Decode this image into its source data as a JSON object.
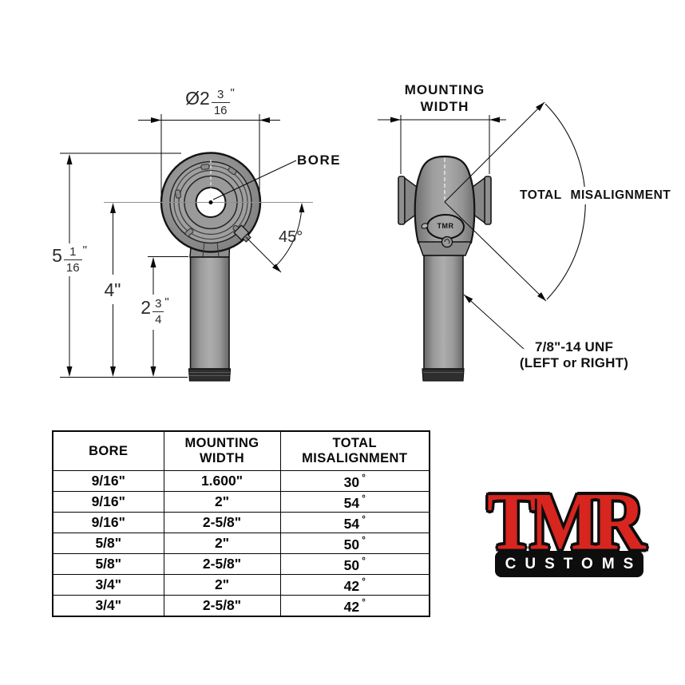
{
  "drawing": {
    "front_view": {
      "diameter": {
        "prefix": "Ø",
        "whole": "2",
        "numerator": "3",
        "denominator": "16",
        "unit": "\""
      },
      "overall_height": {
        "whole": "5",
        "numerator": "1",
        "denominator": "16",
        "unit": "\""
      },
      "center_height": "4\"",
      "shank_length": {
        "whole": "2",
        "numerator": "3",
        "denominator": "4",
        "unit": "\""
      },
      "bore_label": "BORE",
      "angle_label": "45°"
    },
    "side_view": {
      "mounting_width_line1": "MOUNTING",
      "mounting_width_line2": "WIDTH",
      "misalignment_line1": "TOTAL",
      "misalignment_line2": "MISALIGNMENT",
      "thread_line1": "7/8\"-14 UNF",
      "thread_line2": "(LEFT or RIGHT)",
      "stamp": "TMR"
    }
  },
  "table": {
    "headers": {
      "bore": "BORE",
      "mounting_width_line1": "MOUNTING",
      "mounting_width_line2": "WIDTH",
      "total_misalignment_line1": "TOTAL",
      "total_misalignment_line2": "MISALIGNMENT"
    },
    "degree_symbol": "°",
    "rows": [
      {
        "bore": "9/16\"",
        "mounting_width": "1.600\"",
        "total_misalignment": "30"
      },
      {
        "bore": "9/16\"",
        "mounting_width": "2\"",
        "total_misalignment": "54"
      },
      {
        "bore": "9/16\"",
        "mounting_width": "2-5/8\"",
        "total_misalignment": "54"
      },
      {
        "bore": "5/8\"",
        "mounting_width": "2\"",
        "total_misalignment": "50"
      },
      {
        "bore": "5/8\"",
        "mounting_width": "2-5/8\"",
        "total_misalignment": "50"
      },
      {
        "bore": "3/4\"",
        "mounting_width": "2\"",
        "total_misalignment": "42"
      },
      {
        "bore": "3/4\"",
        "mounting_width": "2-5/8\"",
        "total_misalignment": "42"
      }
    ]
  },
  "logo": {
    "brand": "TMR",
    "subtext": "CUSTOMS",
    "red": "#d9251f",
    "black": "#0d0d0d"
  },
  "colors": {
    "part_grey": "#8f8f8f",
    "part_dark": "#2e2e2e",
    "line": "#0a0a0a",
    "centerline": "#909090"
  }
}
